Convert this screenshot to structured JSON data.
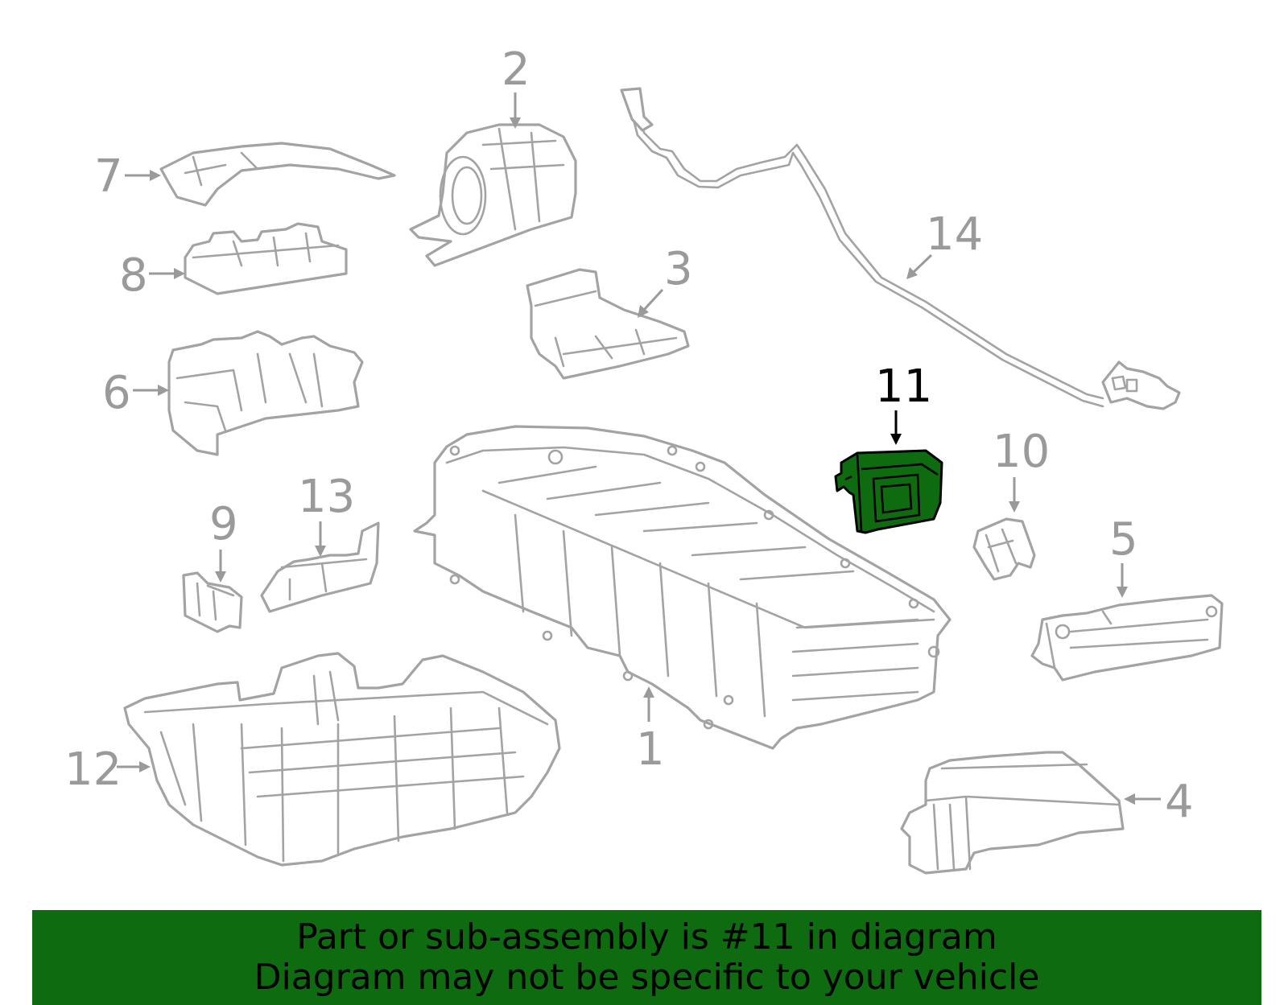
{
  "diagram": {
    "highlighted_part": "11",
    "highlight_color": "#0f6b0f",
    "line_color": "#a3a3a3",
    "callouts": [
      "1",
      "2",
      "3",
      "4",
      "5",
      "6",
      "7",
      "8",
      "9",
      "10",
      "11",
      "12",
      "13",
      "14"
    ]
  },
  "banner": {
    "line1": "Part or sub-assembly is #11 in diagram",
    "line2": "Diagram may not be specific to your vehicle",
    "background": "#0f6b0f"
  }
}
